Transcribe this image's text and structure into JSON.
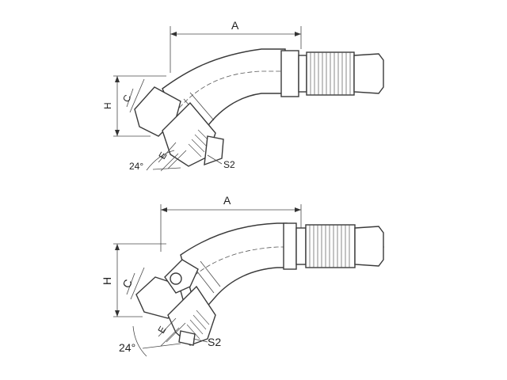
{
  "top_fitting": {
    "label_A": "A",
    "label_H": "H",
    "label_C": "C",
    "label_E": "E",
    "label_angle": "24°",
    "label_S2": "S2"
  },
  "bottom_fitting": {
    "label_A": "A",
    "label_H": "H",
    "label_C": "C",
    "label_E": "E",
    "label_angle": "24°",
    "label_S2": "S2"
  },
  "colors": {
    "line": "#3a3a3a",
    "background": "#ffffff"
  }
}
